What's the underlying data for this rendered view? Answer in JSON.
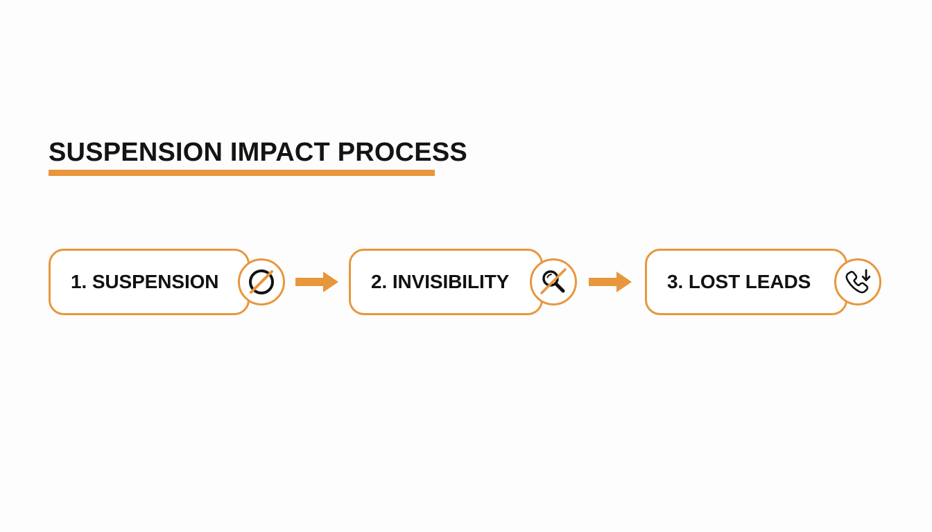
{
  "page": {
    "background_color": "#fdfdfd",
    "accent_color": "#e8963c",
    "text_color": "#111111"
  },
  "title": {
    "text": "SUSPENSION IMPACT PROCESS",
    "underline_color": "#e8963c"
  },
  "flow": {
    "steps": [
      {
        "label": "1. SUSPENSION",
        "icon": "prohibited-circle-icon",
        "badge_border_color": "#e8963c"
      },
      {
        "label": "2. INVISIBILITY",
        "icon": "magnifier-crossed-icon",
        "badge_border_color": "#e8963c"
      },
      {
        "label": "3. LOST LEADS",
        "icon": "phone-down-arrow-icon",
        "badge_border_color": "#e8963c"
      }
    ],
    "connectors": [
      {
        "icon": "arrow-right-icon",
        "color": "#e8963c"
      },
      {
        "icon": "arrow-right-icon",
        "color": "#e8963c"
      }
    ]
  }
}
